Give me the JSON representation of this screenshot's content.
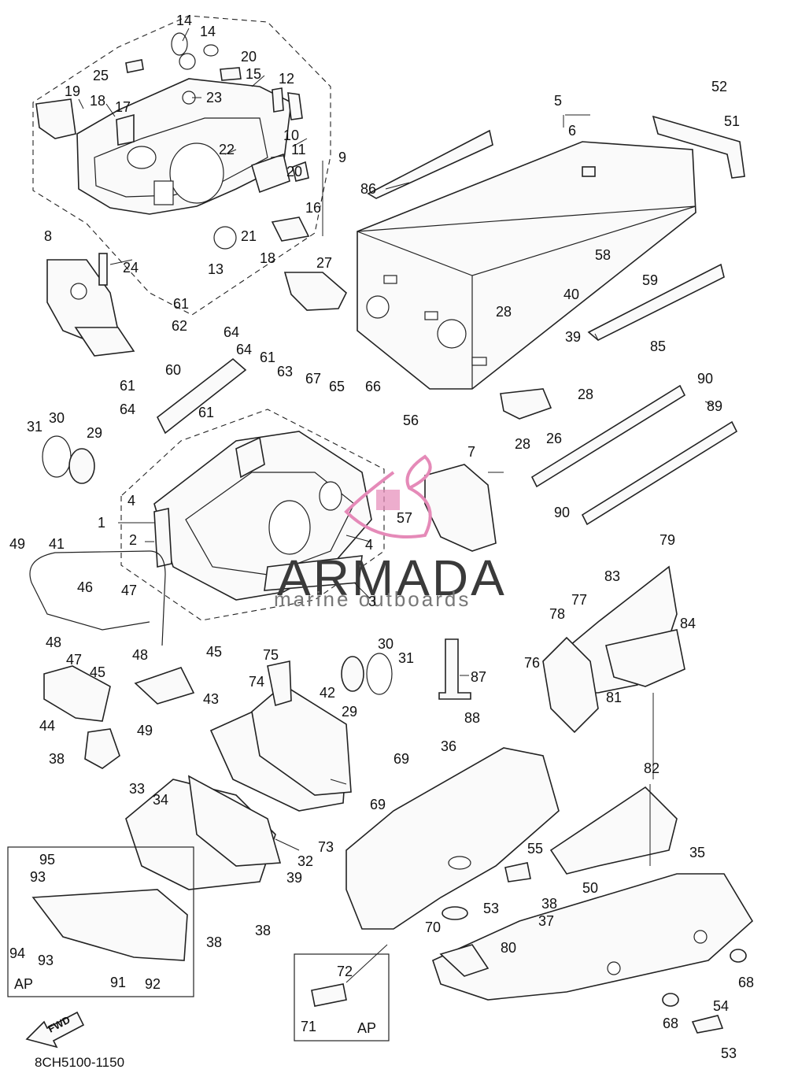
{
  "diagram": {
    "drawing_code": "8CH5100-1150",
    "fwd_label": "FWD",
    "ap_label": "AP",
    "watermark": {
      "brand": "ARMADA",
      "tagline": "marine outboards",
      "accent_color": "#e58ab8"
    },
    "callouts": [
      "1",
      "2",
      "3",
      "4",
      "5",
      "6",
      "7",
      "8",
      "9",
      "10",
      "11",
      "12",
      "13",
      "14",
      "15",
      "16",
      "17",
      "18",
      "19",
      "20",
      "21",
      "22",
      "23",
      "24",
      "25",
      "26",
      "27",
      "28",
      "29",
      "30",
      "31",
      "32",
      "33",
      "34",
      "35",
      "36",
      "37",
      "38",
      "39",
      "40",
      "41",
      "42",
      "43",
      "44",
      "45",
      "46",
      "47",
      "48",
      "49",
      "50",
      "51",
      "52",
      "53",
      "54",
      "55",
      "56",
      "57",
      "58",
      "59",
      "60",
      "61",
      "62",
      "63",
      "64",
      "65",
      "66",
      "67",
      "68",
      "69",
      "70",
      "71",
      "72",
      "73",
      "74",
      "75",
      "76",
      "77",
      "78",
      "79",
      "80",
      "81",
      "82",
      "83",
      "84",
      "85",
      "86",
      "87",
      "88",
      "89",
      "90",
      "91",
      "92",
      "93",
      "94",
      "95"
    ]
  }
}
